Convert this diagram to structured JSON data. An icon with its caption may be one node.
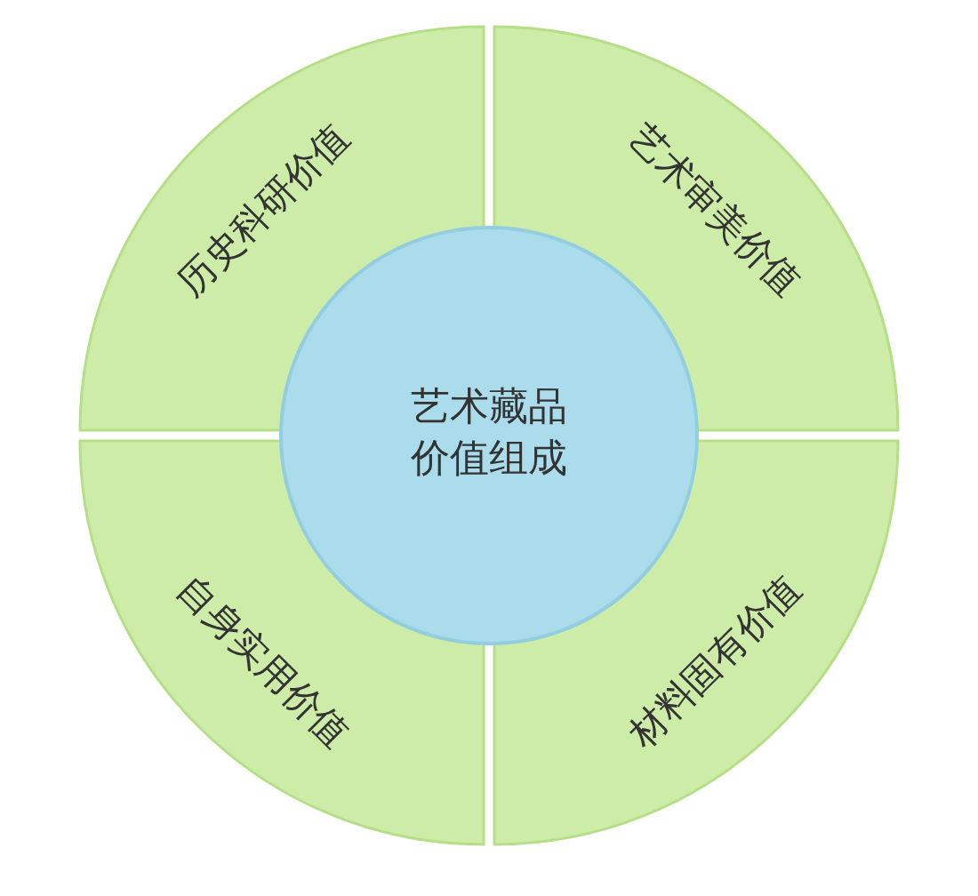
{
  "diagram": {
    "nodes": [
      {
        "text": [
          "艺术藏品价值组成"
        ]
      },
      {
        "text": [
          "历史科研价值"
        ]
      },
      {
        "text": [
          "艺术审美价值"
        ]
      },
      {
        "text": [
          "自身实用价值"
        ]
      },
      {
        "text": [
          "材料固有价值"
        ]
      }
    ]
  }
}
